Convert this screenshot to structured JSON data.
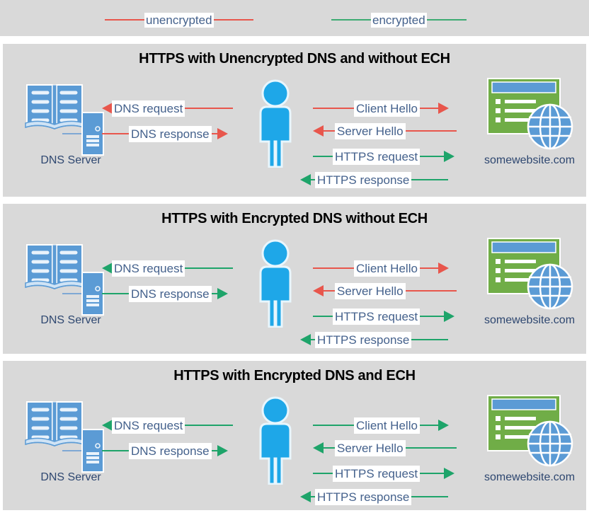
{
  "legend": {
    "items": [
      {
        "label": "unencrypted",
        "color": "#e8564c",
        "icon": "line-segment-icon"
      },
      {
        "label": "encrypted",
        "color": "#3cab72",
        "icon": "line-segment-icon"
      }
    ]
  },
  "colors": {
    "panel_background": "#d9d9d9",
    "page_background": "#ffffff",
    "unencrypted": "#e8564c",
    "encrypted": "#1ea46a",
    "label_text": "#44618c",
    "node_text": "#2e4770",
    "person": "#1ea7e8",
    "book": "#5b9bd5",
    "browser": "#70ad47",
    "browser_titlebar": "#5b9bd5",
    "globe": "#5b9bd5"
  },
  "nodes": {
    "dns_server": "DNS Server",
    "website": "somewebsite.com"
  },
  "panels": [
    {
      "title": "HTTPS with Unencrypted DNS and without ECH",
      "left_flows": [
        {
          "label": "DNS request",
          "direction": "left",
          "encrypted": false
        },
        {
          "label": "DNS response",
          "direction": "right",
          "encrypted": false
        }
      ],
      "right_flows": [
        {
          "label": "Client Hello",
          "direction": "right",
          "encrypted": false
        },
        {
          "label": "Server Hello",
          "direction": "left",
          "encrypted": false
        },
        {
          "label": "HTTPS request",
          "direction": "right",
          "encrypted": true
        },
        {
          "label": "HTTPS response",
          "direction": "left",
          "encrypted": true
        }
      ]
    },
    {
      "title": "HTTPS with Encrypted DNS without ECH",
      "left_flows": [
        {
          "label": "DNS request",
          "direction": "left",
          "encrypted": true
        },
        {
          "label": "DNS response",
          "direction": "right",
          "encrypted": true
        }
      ],
      "right_flows": [
        {
          "label": "Client Hello",
          "direction": "right",
          "encrypted": false
        },
        {
          "label": "Server Hello",
          "direction": "left",
          "encrypted": false
        },
        {
          "label": "HTTPS request",
          "direction": "right",
          "encrypted": true
        },
        {
          "label": "HTTPS response",
          "direction": "left",
          "encrypted": true
        }
      ]
    },
    {
      "title": "HTTPS with Encrypted DNS and ECH",
      "left_flows": [
        {
          "label": "DNS request",
          "direction": "left",
          "encrypted": true
        },
        {
          "label": "DNS response",
          "direction": "right",
          "encrypted": true
        }
      ],
      "right_flows": [
        {
          "label": "Client Hello",
          "direction": "right",
          "encrypted": true
        },
        {
          "label": "Server Hello",
          "direction": "left",
          "encrypted": true
        },
        {
          "label": "HTTPS request",
          "direction": "right",
          "encrypted": true
        },
        {
          "label": "HTTPS response",
          "direction": "left",
          "encrypted": true
        }
      ]
    }
  ]
}
